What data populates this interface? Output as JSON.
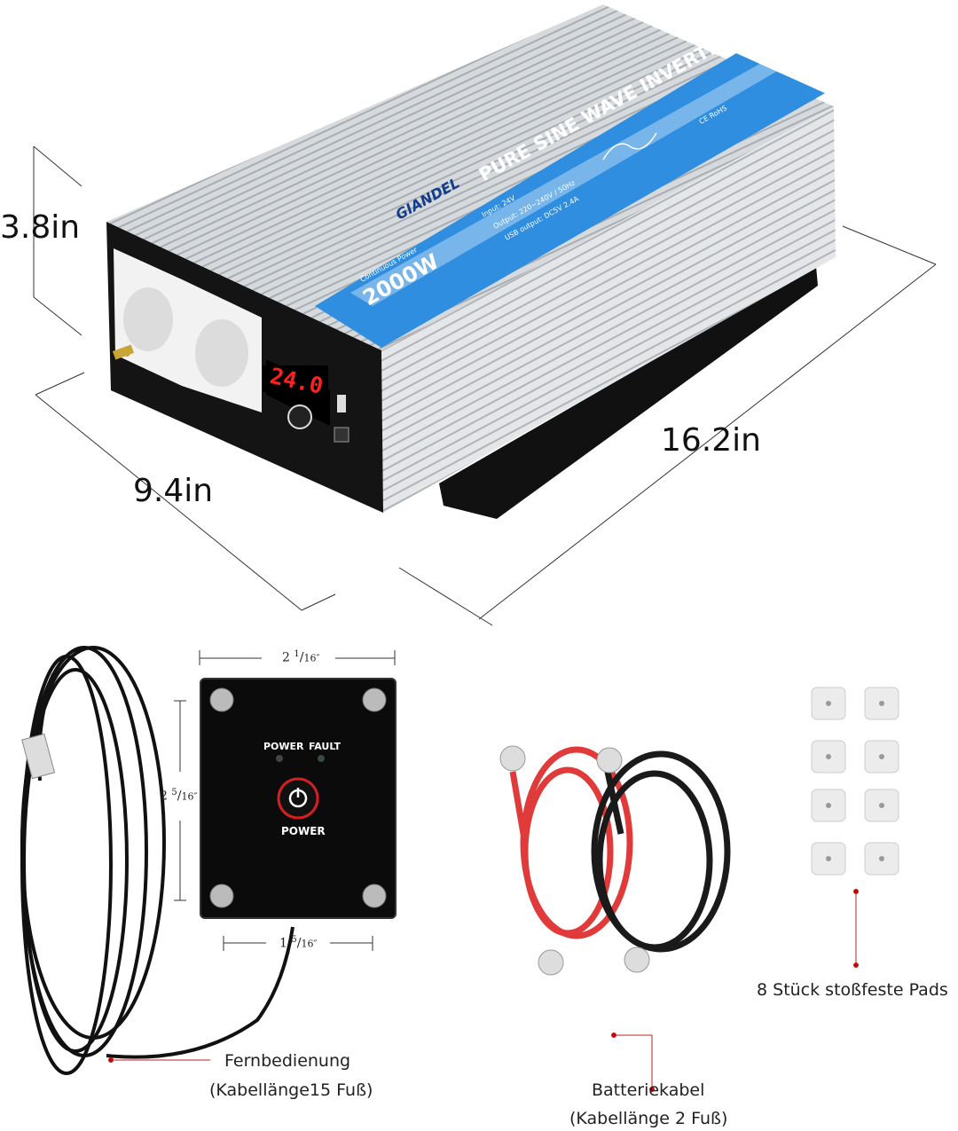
{
  "inverter": {
    "brand": "GIANDEL",
    "title": "PURE SINE WAVE INVERTER",
    "power_caption": "Continuous Power",
    "power": "2000W",
    "specs": [
      "Input: 24V",
      "Output: 220~240V / 50Hz",
      "USB output: DC5V 2.4A"
    ],
    "display_value": "24.0",
    "certifications": "CE RoHS",
    "colors": {
      "label_blue": "#2f8ee0",
      "display_red": "#ff2020",
      "body": "#c9ccd0"
    }
  },
  "dimensions": {
    "height": "3.8in",
    "width": "9.4in",
    "length": "16.2in"
  },
  "remote": {
    "width": {
      "whole": "2",
      "num": "1",
      "den": "16″"
    },
    "height": {
      "whole": "2",
      "num": "5",
      "den": "16″"
    },
    "bottom": {
      "whole": "1",
      "num": "5",
      "den": "16″"
    },
    "led_power": "POWER",
    "led_fault": "FAULT",
    "button_label": "POWER",
    "caption": "Fernbedienung",
    "caption_sub": "(Kabellänge15 Fuß)"
  },
  "battery_cable": {
    "caption": "Batteriekabel",
    "caption_sub": "(Kabellänge 2 Fuß)"
  },
  "pads": {
    "count": 8,
    "caption": "8 Stück stoßfeste Pads"
  }
}
